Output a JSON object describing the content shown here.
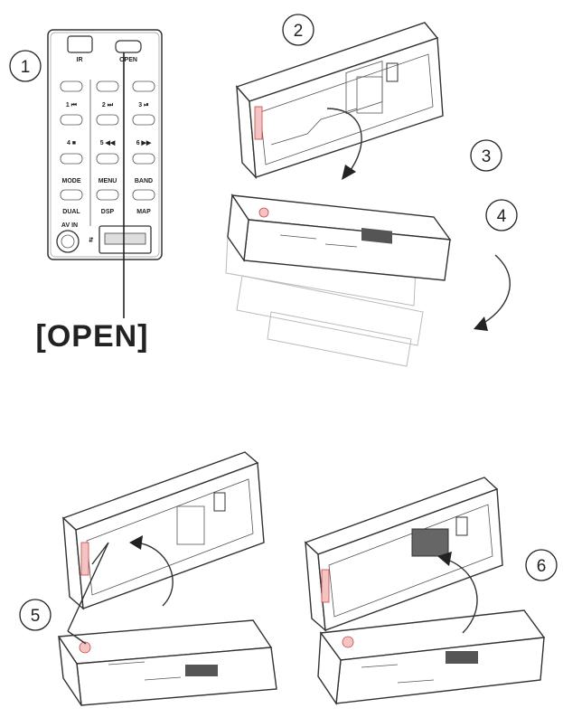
{
  "steps": [
    "1",
    "2",
    "3",
    "4",
    "5",
    "6"
  ],
  "panel": {
    "top_buttons": [
      "IR",
      "OPEN"
    ],
    "rows": [
      [
        "1 ⏮",
        "2 ⏭",
        "3 ⏯"
      ],
      [
        "4 ■",
        "5 ◀◀",
        "6 ▶▶"
      ],
      [
        "MODE",
        "MENU",
        "BAND"
      ],
      [
        "DUAL",
        "DSP",
        "MAP"
      ]
    ],
    "jack_label": "AV IN",
    "usb_label": "⇆"
  },
  "callout": "[OPEN]"
}
